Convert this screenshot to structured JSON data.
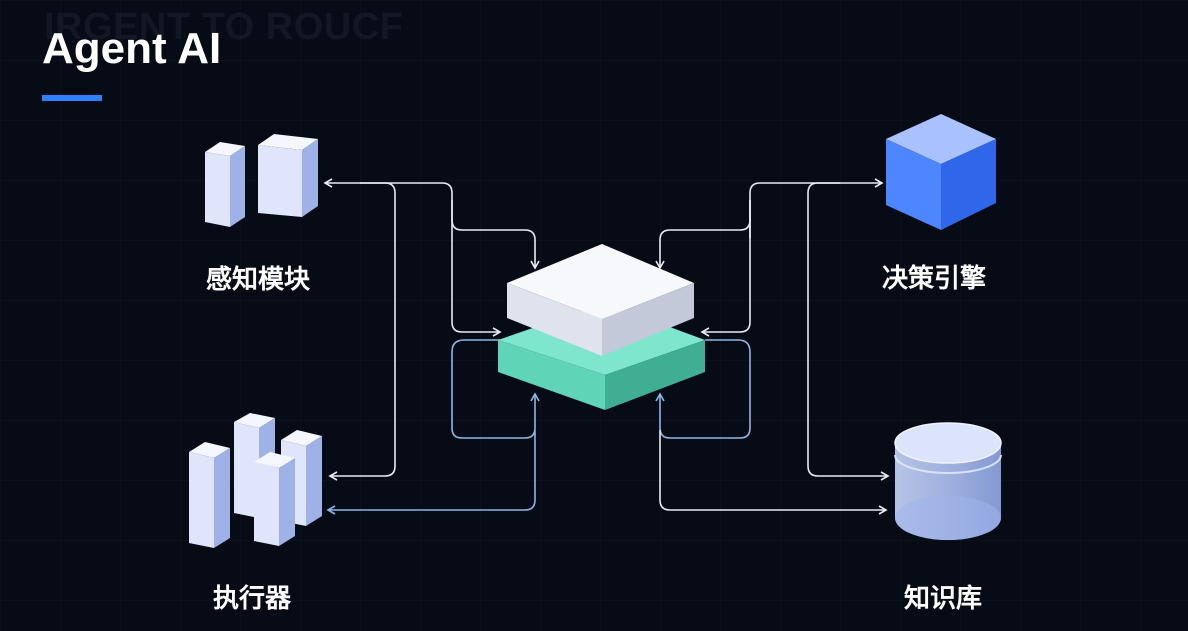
{
  "header": {
    "title": "Agent AI",
    "background_text": "IRGENT TO ROUCF"
  },
  "nodes": {
    "perception": {
      "label": "感知模块",
      "icon": "perception-blocks-icon"
    },
    "executor": {
      "label": "执行器",
      "icon": "executor-bars-icon"
    },
    "decision": {
      "label": "决策引擎",
      "icon": "decision-cube-icon"
    },
    "knowledge": {
      "label": "知识库",
      "icon": "database-cylinder-icon"
    },
    "core": {
      "icon": "stacked-platform-icon"
    }
  },
  "colors": {
    "background": "#070b16",
    "accent": "#2f80ff",
    "core_top": "#eceff7",
    "core_bottom": "#5fd4b7",
    "arrow_white": "#e8ecf3",
    "arrow_blue": "#8fb6e8",
    "decision_cube": "#3b7bff",
    "icon_light": "#dfe6fb"
  }
}
